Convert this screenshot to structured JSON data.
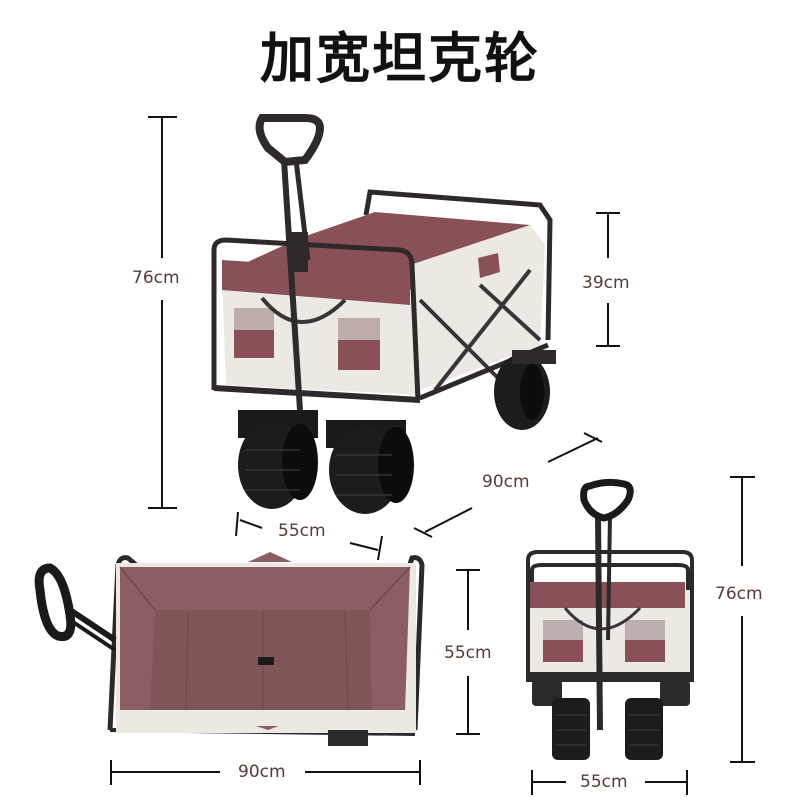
{
  "title": "加宽坦克轮",
  "colors": {
    "fabric_plum": "#8a5058",
    "fabric_cream": "#ece8e2",
    "frame": "#2e2a2a",
    "tire": "#1c1c1c",
    "dimension_text": "#5a3a32",
    "dimension_line": "#111111"
  },
  "views": {
    "perspective": {
      "height_label": "76cm",
      "bed_depth_label": "39cm",
      "length_label": "90cm",
      "width_label": "55cm"
    },
    "top": {
      "width_label": "55cm",
      "length_label": "90cm"
    },
    "front": {
      "height_label": "76cm",
      "width_label": "55cm"
    }
  }
}
